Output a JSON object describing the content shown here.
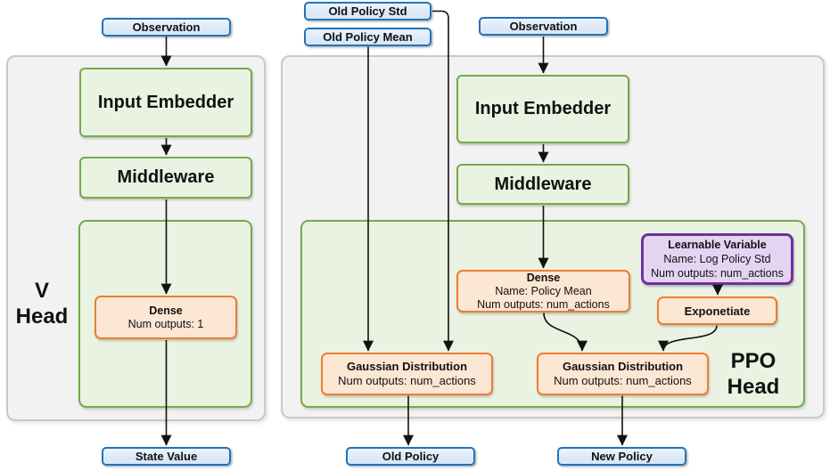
{
  "colors": {
    "blue_fill": "#d9e7f6",
    "blue_border": "#2273b9",
    "green_fill": "#eaf3e1",
    "green_border": "#71ad47",
    "orange_fill": "#fce6d4",
    "orange_border": "#ed7d31",
    "purple_fill": "#e4d4f2",
    "purple_border": "#7030a0",
    "panel_fill": "#f2f2f2",
    "panel_border": "#c9c9c9",
    "arrow": "#111111"
  },
  "v_head": {
    "panel_label": {
      "line1": "V",
      "line2": "Head"
    },
    "observation": "Observation",
    "input_embedder": "Input Embedder",
    "middleware": "Middleware",
    "dense": {
      "title": "Dense",
      "line1": "Num outputs: 1"
    },
    "state_value": "State Value"
  },
  "ppo_head": {
    "panel_label": {
      "line1": "PPO",
      "line2": "Head"
    },
    "old_policy_std": "Old Policy Std",
    "old_policy_mean": "Old Policy Mean",
    "observation": "Observation",
    "input_embedder": "Input Embedder",
    "middleware": "Middleware",
    "dense": {
      "title": "Dense",
      "line1": "Name: Policy Mean",
      "line2": "Num outputs: num_actions"
    },
    "learnable_variable": {
      "title": "Learnable Variable",
      "line1": "Name: Log Policy Std",
      "line2": "Num outputs: num_actions"
    },
    "exponetiate": "Exponetiate",
    "gaussian_old": {
      "title": "Gaussian Distribution",
      "line1": "Num outputs: num_actions"
    },
    "gaussian_new": {
      "title": "Gaussian Distribution",
      "line1": "Num outputs: num_actions"
    },
    "old_policy": "Old Policy",
    "new_policy": "New Policy"
  }
}
